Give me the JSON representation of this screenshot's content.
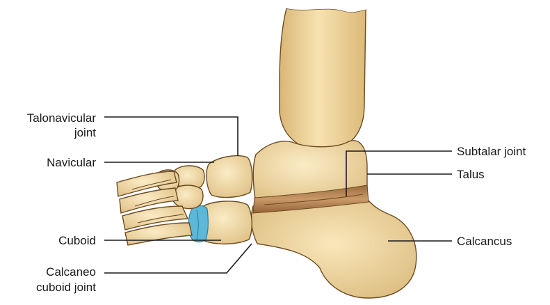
{
  "labels": {
    "talonavicular_line1": "Talonavicular",
    "talonavicular_line2": "joint",
    "navicular": "Navicular",
    "cuboid": "Cuboid",
    "calcaneo_line1": "Calcaneo",
    "calcaneo_line2": "cuboid joint",
    "subtalar_joint": "Subtalar joint",
    "talus": "Talus",
    "calcaneus": "Calcancus"
  },
  "colors": {
    "bone_fill": "#f0d9a2",
    "bone_shadow": "#dcb978",
    "bone_outline": "#6b4a22",
    "joint_band": "#b98552",
    "cartilage_blue": "#5db8d8",
    "leader_line": "#1a1a1a"
  }
}
